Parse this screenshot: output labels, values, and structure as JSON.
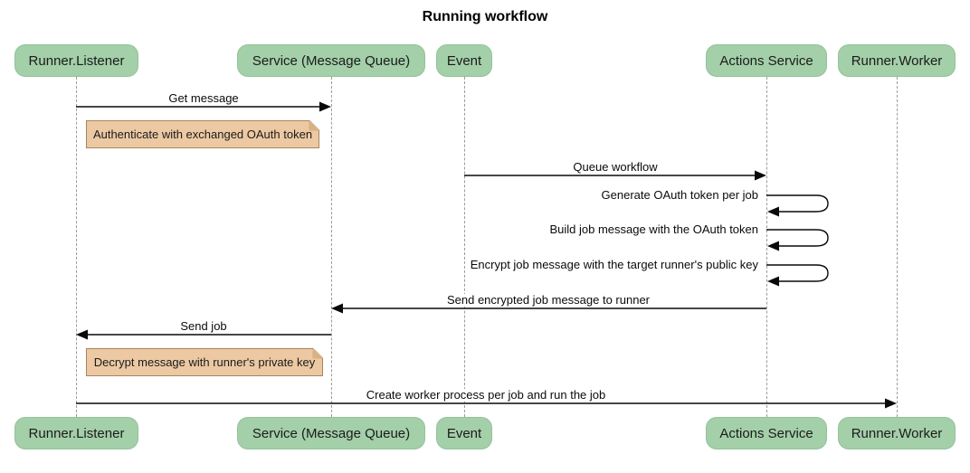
{
  "title": "Running workflow",
  "actors": [
    {
      "label": "Runner.Listener"
    },
    {
      "label": "Service (Message Queue)"
    },
    {
      "label": "Event"
    },
    {
      "label": "Actions Service"
    },
    {
      "label": "Runner.Worker"
    }
  ],
  "messages": [
    {
      "label": "Get message",
      "from": "Runner.Listener",
      "to": "Service (Message Queue)",
      "kind": "arrow"
    },
    {
      "label": "Queue workflow",
      "from": "Event",
      "to": "Actions Service",
      "kind": "arrow"
    },
    {
      "label": "Generate OAuth token per job",
      "from": "Actions Service",
      "to": "Actions Service",
      "kind": "self"
    },
    {
      "label": "Build job message with the OAuth token",
      "from": "Actions Service",
      "to": "Actions Service",
      "kind": "self"
    },
    {
      "label": "Encrypt job message with the target runner's public key",
      "from": "Actions Service",
      "to": "Actions Service",
      "kind": "self"
    },
    {
      "label": "Send encrypted job message to runner",
      "from": "Actions Service",
      "to": "Service (Message Queue)",
      "kind": "arrow"
    },
    {
      "label": "Send job",
      "from": "Service (Message Queue)",
      "to": "Runner.Listener",
      "kind": "arrow"
    },
    {
      "label": "Create worker process per job and run the job",
      "from": "Runner.Listener",
      "to": "Runner.Worker",
      "kind": "arrow"
    }
  ],
  "notes": [
    {
      "label": "Authenticate with exchanged OAuth token",
      "over": "Runner.Listener"
    },
    {
      "label": "Decrypt message with runner's private key",
      "over": "Runner.Listener"
    }
  ],
  "colors": {
    "actor_fill": "#a3cfa9",
    "note_fill": "#ecc9a3",
    "note_border": "#a9855c",
    "lifeline": "#9b9b9b",
    "arrow": "#0a0a0a",
    "background": "#ffffff"
  }
}
